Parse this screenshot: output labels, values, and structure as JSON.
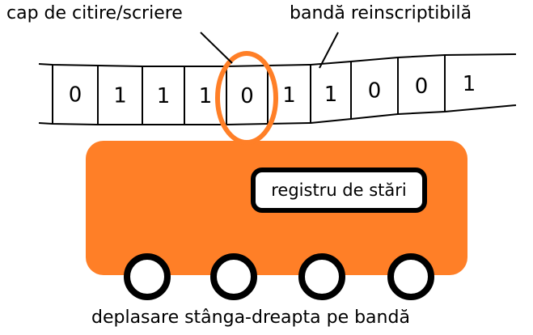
{
  "labels": {
    "head": "cap de citire/scriere",
    "tape": "bandă reinscriptibilă",
    "state_register": "registru de stări",
    "movement": "deplasare stânga-dreapta pe bandă"
  },
  "tape": {
    "cells": [
      "0",
      "1",
      "1",
      "1",
      "0",
      "1",
      "1",
      "0",
      "0",
      "1"
    ]
  },
  "colors": {
    "machine": "#ff7f27",
    "outline": "#000000",
    "background": "#ffffff"
  }
}
